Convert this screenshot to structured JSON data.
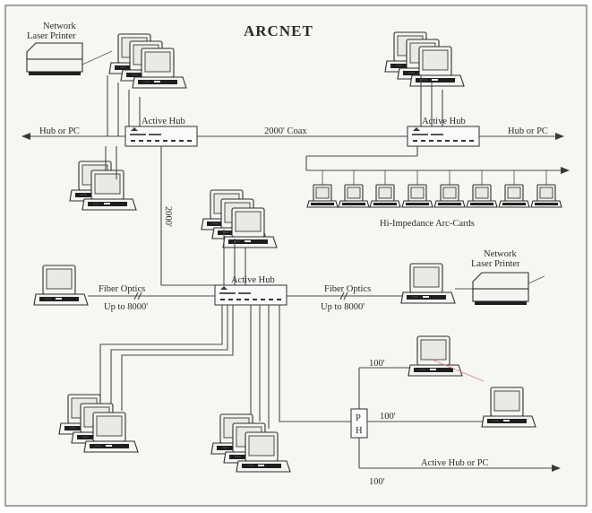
{
  "title": "ARCNET",
  "labels": {
    "printer_top": [
      "Network",
      "Laser Printer"
    ],
    "printer_right": [
      "Network",
      "Laser Printer"
    ],
    "hub_left": "Active Hub",
    "hub_right": "Active Hub",
    "hub_center": "Active Hub",
    "hub_or_pc_left": "Hub or PC",
    "hub_or_pc_right": "Hub or PC",
    "coax": "2000' Coax",
    "vertical_2000": "2000'",
    "arc_cards": "Hi-Impedance Arc-Cards",
    "fiber_left": [
      "Fiber Optics",
      "Up to 8000'"
    ],
    "fiber_right": [
      "Fiber Optics",
      "Up to 8000'"
    ],
    "ph": [
      "P",
      "H"
    ],
    "dist_100_a": "100'",
    "dist_100_b": "100'",
    "dist_100_c": "100'",
    "active_hub_or_pc": "Active Hub or PC"
  },
  "colors": {
    "background": "#f6f6f2",
    "line": "#4a4a4a",
    "text": "#2b2b2b"
  }
}
